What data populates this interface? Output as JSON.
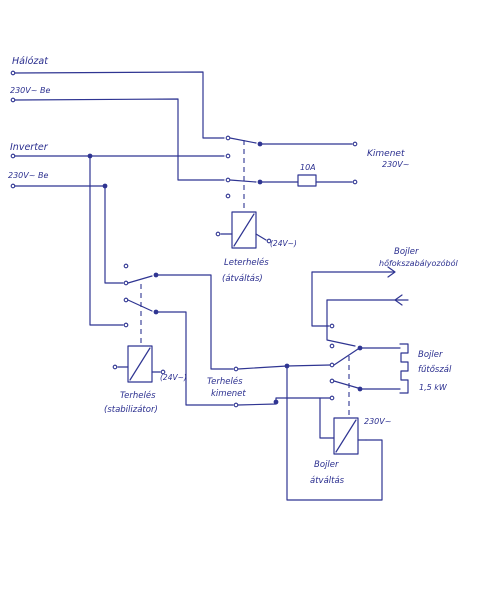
{
  "colors": {
    "ink": "#2f3592",
    "paper": "#ffffff"
  },
  "labels": {
    "halozat": "Hálózat",
    "halozat_v": "230V~ Be",
    "inverter": "Inverter",
    "inverter_v": "230V~ Be",
    "kimenet": "Kimenet",
    "kimenet_v": "230V~",
    "fuse": "10A",
    "relay1_v": "(24V~)",
    "relay1_name1": "Leterhelés",
    "relay1_name2": "(átváltás)",
    "relay2_v": "(24V~)",
    "relay2_name1": "Terhelés",
    "relay2_name2": "(stabilizátor)",
    "terheles_kimenet1": "Terhelés",
    "terheles_kimenet2": "kimenet",
    "boiler_hofok1": "Bojler",
    "boiler_hofok2": "hőfokszabályozóból",
    "boiler_futo1": "Bojler",
    "boiler_futo2": "fűtőszál",
    "boiler_futo3": "1,5 kW",
    "relay3_v": "230V~",
    "relay3_name1": "Bojler",
    "relay3_name2": "átváltás"
  }
}
